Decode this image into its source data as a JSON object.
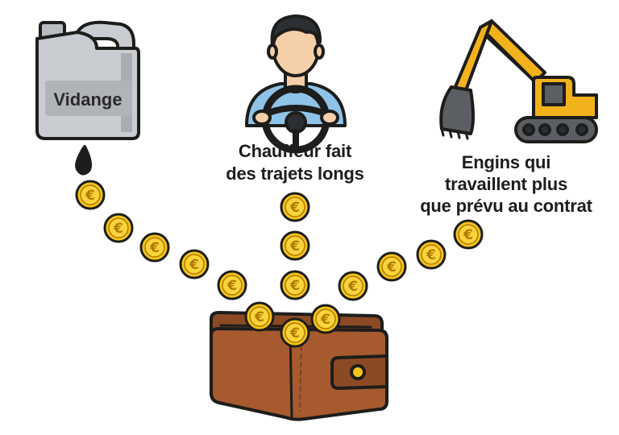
{
  "sources": [
    {
      "id": "oil-change",
      "label": "Vidange",
      "icon": "oil-canister-icon"
    },
    {
      "id": "driver",
      "lines": [
        "Chauffeur fait",
        "des trajets longs"
      ],
      "icon": "driver-steering-wheel-icon"
    },
    {
      "id": "machines",
      "lines": [
        "Engins qui",
        "travaillent plus",
        "que prévu au contrat"
      ],
      "icon": "excavator-icon"
    }
  ],
  "target": {
    "icon": "wallet-icon"
  },
  "coin_symbol": "€",
  "colors": {
    "outline": "#1d1d1b",
    "coin": "#f5c518",
    "coin_inner": "#f8d43a",
    "coin_symbol": "#b07a00",
    "canister": "#c9ccd0",
    "wallet": "#a65a2e",
    "excavator": "#f2b21b",
    "shirt": "#8fc3e8",
    "skin": "#f5cfa8"
  }
}
